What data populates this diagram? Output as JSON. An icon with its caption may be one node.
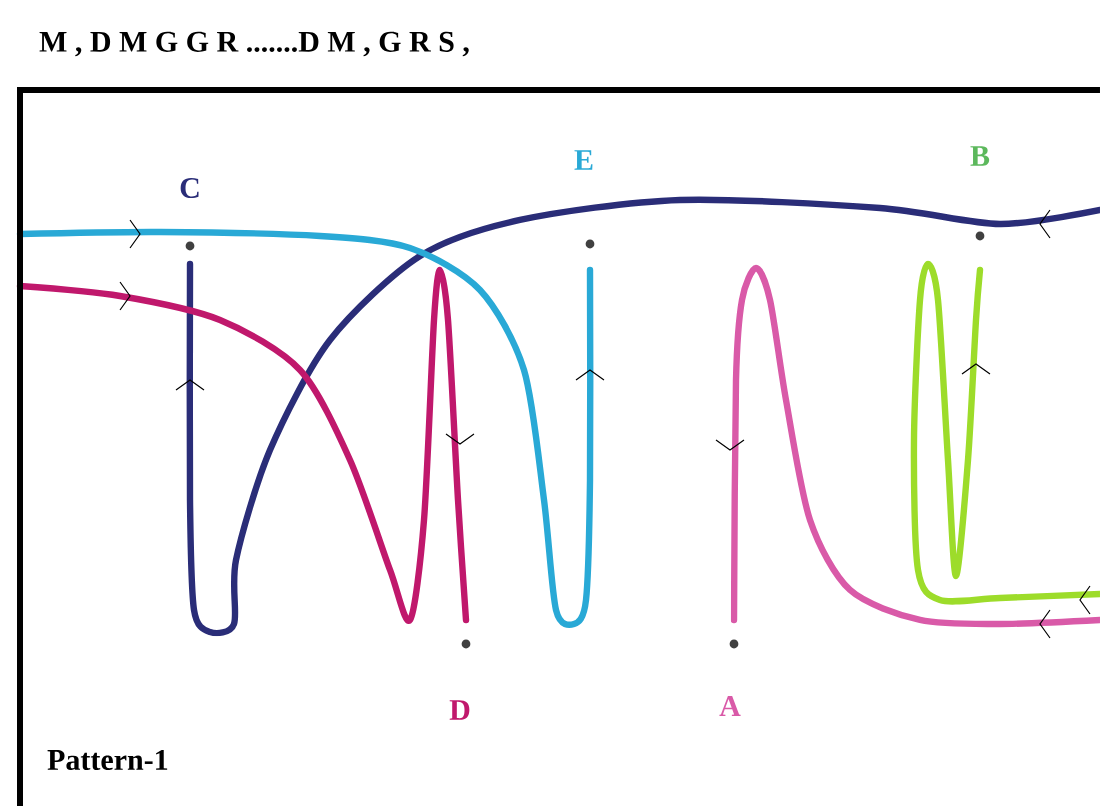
{
  "diagram": {
    "title": "M , D M G G R .......D M , G R S ,",
    "labels": [
      "C",
      "E",
      "B",
      "D",
      "A",
      "Pattern-1"
    ]
  }
}
